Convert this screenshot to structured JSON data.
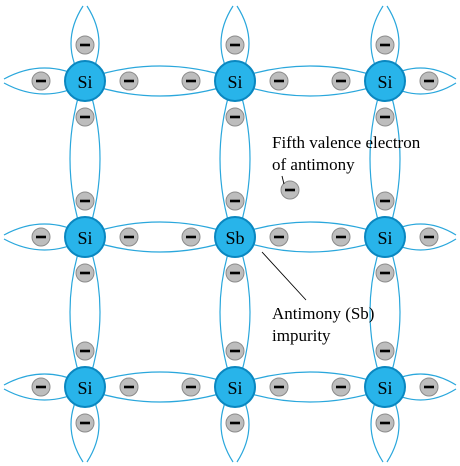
{
  "atoms": [
    {
      "symbol": "Si"
    },
    {
      "symbol": "Si"
    },
    {
      "symbol": "Si"
    },
    {
      "symbol": "Si"
    },
    {
      "symbol": "Sb"
    },
    {
      "symbol": "Si"
    },
    {
      "symbol": "Si"
    },
    {
      "symbol": "Si"
    },
    {
      "symbol": "Si"
    }
  ],
  "electron_symbol": "negative-charge",
  "annotations": {
    "fifth_electron_line1": "Fifth valence electron",
    "fifth_electron_line2": "of antimony",
    "impurity_line1": "Antimony (Sb)",
    "impurity_line2": "impurity"
  },
  "colors": {
    "atom_fill": "#28b4ea",
    "atom_stroke": "#0a87c0",
    "bond_line": "#2aa7dc",
    "electron_fill": "#bdbdbd"
  }
}
